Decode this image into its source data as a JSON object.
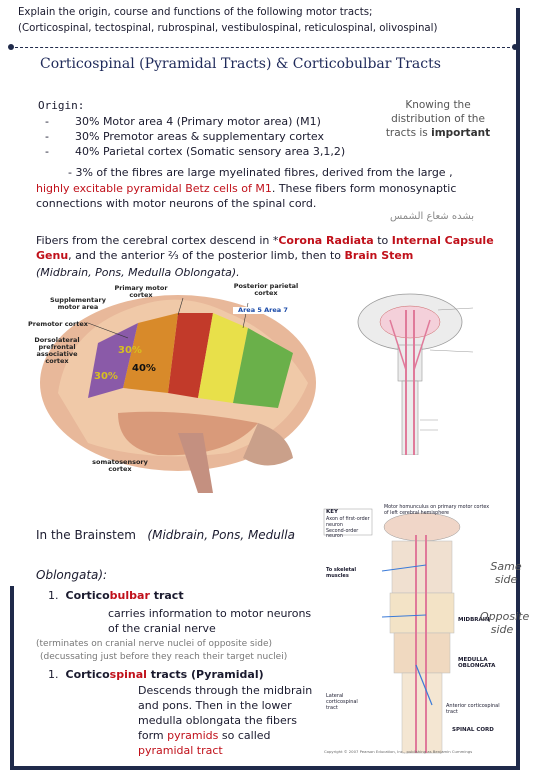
{
  "question": {
    "line1": "Explain the origin, course and functions of the following motor tracts;",
    "line2": "(Corticospinal, tectospinal, rubrospinal, vestibulospinal, reticulospinal, olivospinal)"
  },
  "title": "Corticospinal (Pyramidal Tracts) & Corticobulbar Tracts",
  "origin": {
    "heading": "Origin:",
    "items": [
      {
        "bullet": "-",
        "text": "30% Motor area 4 (Primary motor area) (M1)"
      },
      {
        "bullet": "-",
        "text": "30% Premotor areas & supplementary cortex"
      },
      {
        "bullet": "-",
        "text": "40% Parietal cortex (Somatic sensory area 3,1,2)"
      }
    ],
    "betz_prefix": "- 3% of the fibres are large myelinated fibres, derived from the large ,",
    "betz_red": "highly excitable pyramidal Betz cells of M1",
    "betz_suffix": ". These fibers form monosynaptic connections with motor neurons of the spinal cord."
  },
  "note_box": {
    "line1": "Knowing the",
    "line2": "distribution of the",
    "line3_prefix": "tracts is ",
    "line3_bold": "important"
  },
  "credit": "بشده شعاع الشمس",
  "course": {
    "p1": "Fibers from the cerebral cortex descend in *",
    "corona": "Corona Radiata",
    "p2": " to ",
    "internal": "Internal Capsule Genu",
    "p3": ", and the anterior ⅔ of the posterior limb, then to ",
    "brainstem": "Brain Stem",
    "p4": "(Midbrain, Pons, Medulla Oblongata)."
  },
  "brain_figure": {
    "labels": {
      "primary_motor": "Primary motor cortex",
      "posterior_parietal": "Posterior parietal cortex",
      "supplementary": "Supplementary motor area",
      "area57": "Area 5 Area 7",
      "premotor": "Premotor cortex",
      "dorsolateral": "Dorsolateral prefrontal associative cortex",
      "somatosensory": "somatosensory cortex"
    },
    "percents": {
      "a": "30%",
      "b": "30%",
      "c": "40%"
    }
  },
  "brainstem_section": {
    "heading": "In the Brainstem",
    "heading_paren": "(Midbrain, Pons, Medulla",
    "heading_cont": "Oblongata):",
    "items": [
      {
        "num": "1.",
        "prefix": "Cortico",
        "red": "bulbar",
        "suffix": " tract",
        "desc": "carries information to motor neurons of the cranial nerve",
        "notes": [
          "(terminates on cranial nerve nuclei of opposite side)",
          "(decussating just before they reach their target nuclei)"
        ]
      },
      {
        "num": "1.",
        "prefix": "Cortico",
        "red": "spinal",
        "suffix": " tracts (Pyramidal)",
        "desc_prefix": "Descends through the midbrain and pons. Then in the lower medulla oblongata the fibers form ",
        "desc_red1": "pyramids",
        "desc_mid": " so called ",
        "desc_red2": "pyramidal tract"
      }
    ]
  },
  "side_notes": {
    "same": "Same side",
    "opposite": "Opposite side"
  },
  "tract_figure": {
    "key": "KEY",
    "axon_first": "Axon of first-order neuron",
    "second": "Second-order neuron",
    "motor_hom": "Motor homunculus on primary motor cortex of left cerebral hemisphere",
    "to_skeletal": "To skeletal muscles",
    "midbrain": "MIDBRAIN",
    "medulla": "MEDULLA OBLONGATA",
    "lateral": "Lateral corticospinal tract",
    "anterior": "Anterior corticospinal tract",
    "spinal": "SPINAL CORD",
    "copyright": "Copyright © 2007 Pearson Education, Inc., publishing as Benjamin Cummings"
  },
  "colors": {
    "accent_red": "#c0101a",
    "navy": "#1f2a4a",
    "pink_tract": "#e07a9a"
  }
}
